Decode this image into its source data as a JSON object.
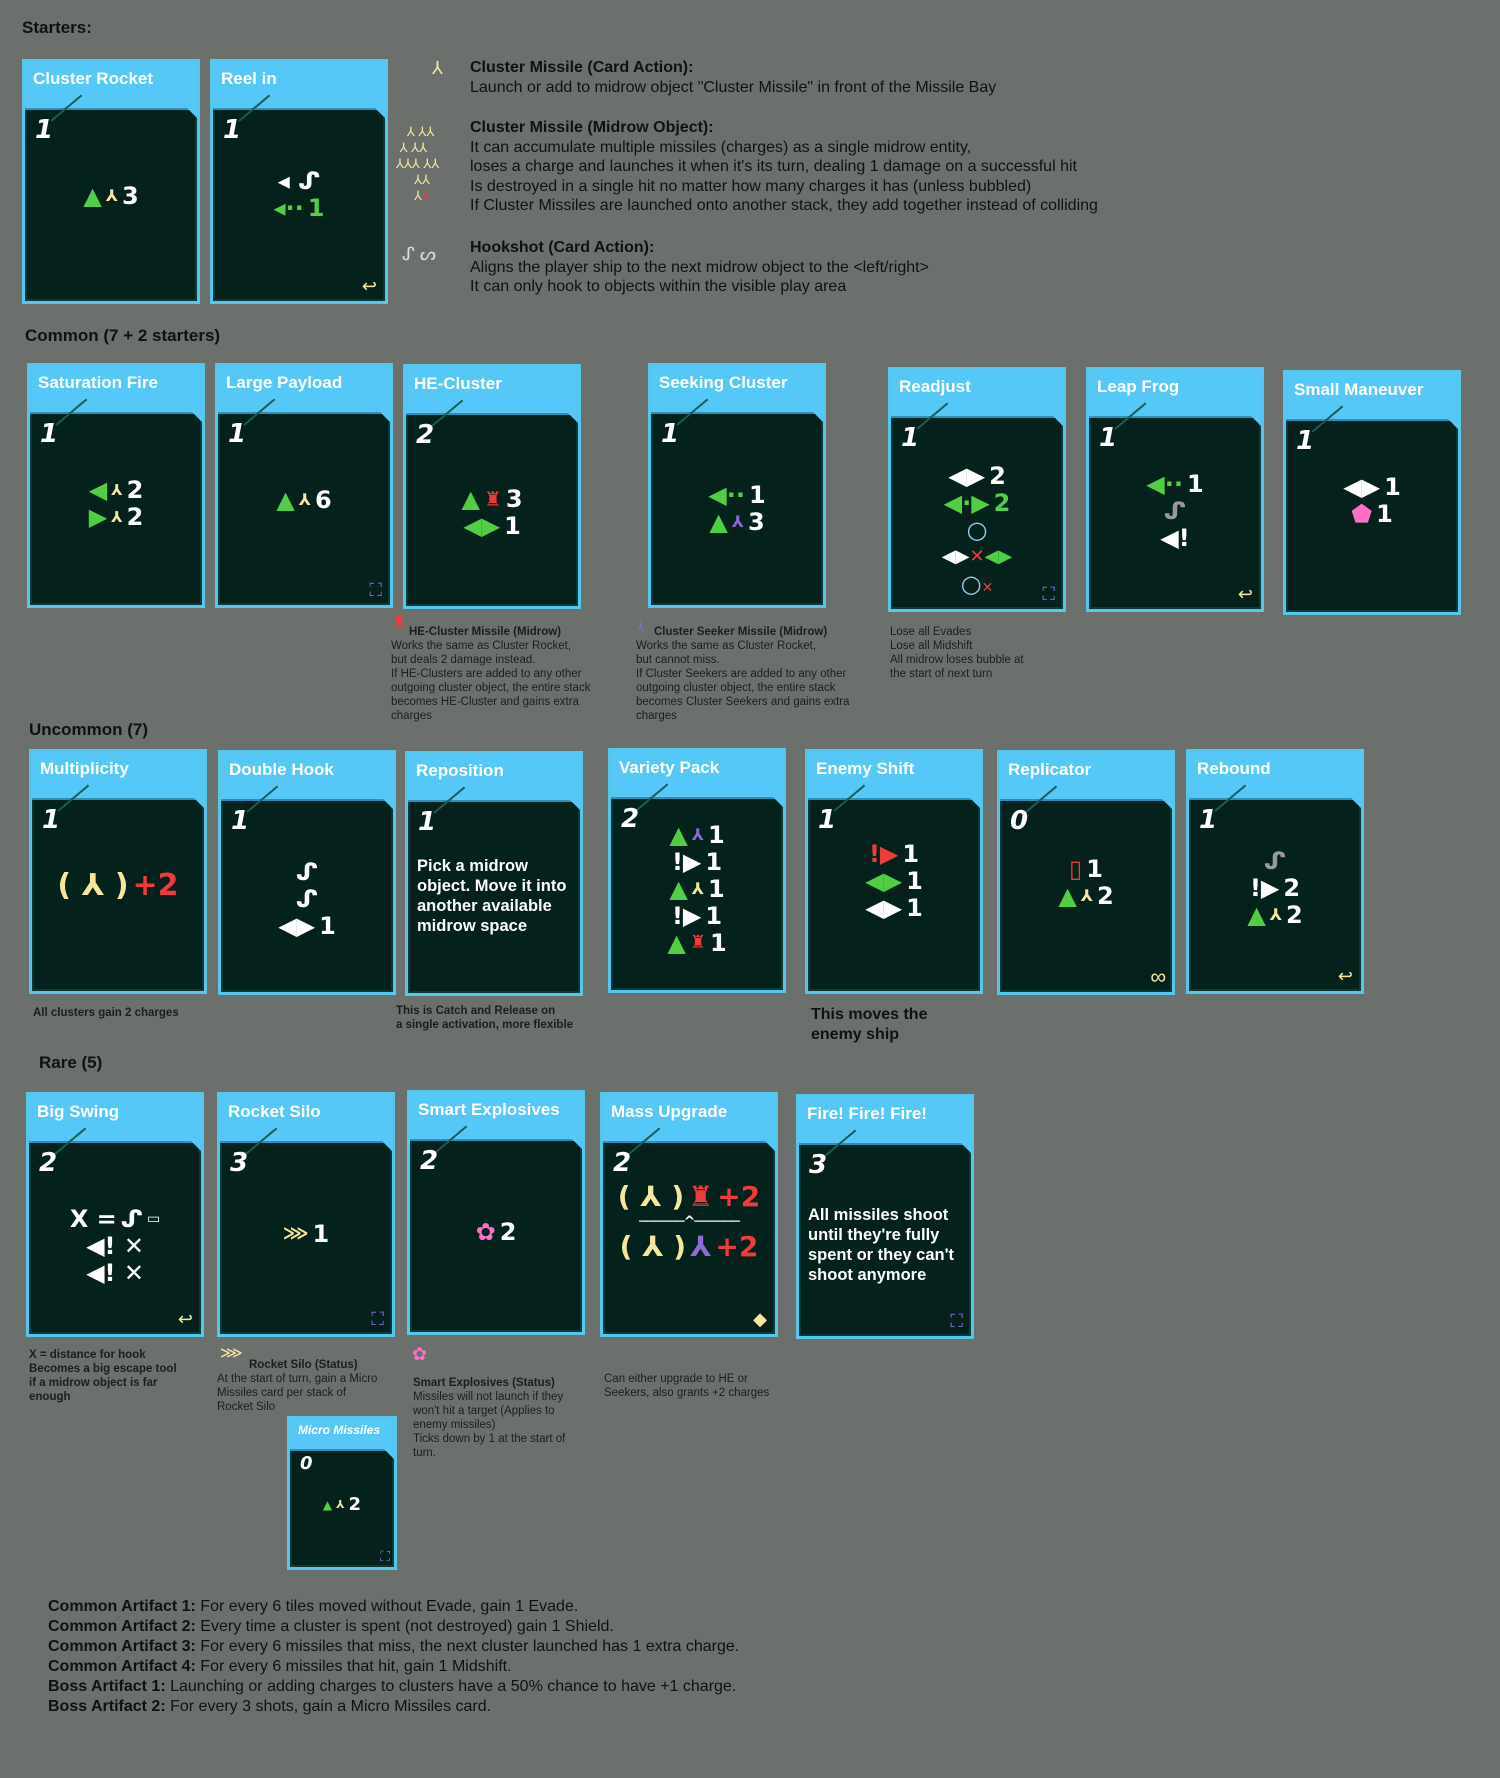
{
  "sections": {
    "starters": "Starters:",
    "common": "Common (7 + 2 starters)",
    "uncommon": "Uncommon (7)",
    "rare": "Rare (5)"
  },
  "legend": {
    "cluster_missile_action": {
      "title": "Cluster Missile (Card Action):",
      "lines": [
        "Launch or add to midrow object \"Cluster Missile\" in front of the Missile Bay"
      ]
    },
    "cluster_missile_object": {
      "title": "Cluster Missile (Midrow Object):",
      "lines": [
        "It can accumulate multiple missiles (charges) as a single midrow entity,",
        "loses a charge and launches it when it's its turn, dealing 1 damage on a successful hit",
        "Is destroyed in a single hit no matter how many charges it has (unless bubbled)",
        "If Cluster Missiles are launched onto another stack, they add together instead of colliding"
      ]
    },
    "hookshot": {
      "title": "Hookshot (Card Action):",
      "lines": [
        "Aligns the player ship to the next midrow object to the <left/right>",
        "It can only hook to objects within the visible play area"
      ]
    }
  },
  "cards": {
    "cluster_rocket": {
      "title": "Cluster Rocket",
      "cost": "1",
      "v1": "3"
    },
    "reel_in": {
      "title": "Reel in",
      "cost": "1",
      "v1": "1"
    },
    "saturation_fire": {
      "title": "Saturation Fire",
      "cost": "1",
      "v1": "2",
      "v2": "2"
    },
    "large_payload": {
      "title": "Large Payload",
      "cost": "1",
      "v1": "6"
    },
    "he_cluster": {
      "title": "HE-Cluster",
      "cost": "2",
      "v1": "3",
      "v2": "1"
    },
    "seeking_cluster": {
      "title": "Seeking Cluster",
      "cost": "1",
      "v1": "1",
      "v2": "3"
    },
    "readjust": {
      "title": "Readjust",
      "cost": "1",
      "v1": "2",
      "v2": "2"
    },
    "leap_frog": {
      "title": "Leap Frog",
      "cost": "1",
      "v1": "1"
    },
    "small_maneuver": {
      "title": "Small Maneuver",
      "cost": "1",
      "v1": "1",
      "v2": "1"
    },
    "multiplicity": {
      "title": "Multiplicity",
      "cost": "1",
      "v1": "+2"
    },
    "double_hook": {
      "title": "Double Hook",
      "cost": "1",
      "v1": "1"
    },
    "reposition": {
      "title": "Reposition",
      "cost": "1",
      "desc": "Pick a midrow object. Move it into another available midrow space"
    },
    "variety_pack": {
      "title": "Variety Pack",
      "cost": "2",
      "v1": "1",
      "v2": "1",
      "v3": "1",
      "v4": "1",
      "v5": "1"
    },
    "enemy_shift": {
      "title": "Enemy Shift",
      "cost": "1",
      "v1": "1",
      "v2": "1",
      "v3": "1"
    },
    "replicator": {
      "title": "Replicator",
      "cost": "0",
      "v1": "1",
      "v2": "2"
    },
    "rebound": {
      "title": "Rebound",
      "cost": "1",
      "v1": "2",
      "v2": "2"
    },
    "big_swing": {
      "title": "Big Swing",
      "cost": "2",
      "eq": "X ="
    },
    "rocket_silo": {
      "title": "Rocket Silo",
      "cost": "3",
      "v1": "1"
    },
    "smart_explosives": {
      "title": "Smart Explosives",
      "cost": "2",
      "v1": "2"
    },
    "mass_upgrade": {
      "title": "Mass Upgrade",
      "cost": "2",
      "v1": "+2",
      "v2": "+2"
    },
    "fire_fire_fire": {
      "title": "Fire! Fire! Fire!",
      "cost": "3",
      "desc": "All missiles shoot until they're fully spent or they can't shoot anymore"
    },
    "micro_missiles": {
      "title": "Micro Missiles",
      "cost": "0",
      "v1": "2"
    }
  },
  "notes": {
    "he_cluster": {
      "title": "HE-Cluster Missile (Midrow)",
      "lines": [
        "Works the same as Cluster Rocket,",
        "but deals 2 damage instead.",
        "If HE-Clusters are added to any other",
        "outgoing cluster object, the entire stack",
        "becomes HE-Cluster and gains extra",
        "charges"
      ]
    },
    "seeker": {
      "title": "Cluster Seeker Missile (Midrow)",
      "lines": [
        "Works the same as Cluster Rocket,",
        "but cannot miss.",
        "If Cluster Seekers are added to any other",
        "outgoing cluster object, the entire stack",
        "becomes Cluster Seekers and gains extra",
        "charges"
      ]
    },
    "readjust": {
      "lines": [
        "Lose all Evades",
        "Lose all Midshift",
        "All midrow loses bubble at",
        "the start of next turn"
      ]
    },
    "multiplicity": "All clusters gain 2 charges",
    "reposition": {
      "lines": [
        "This is Catch and Release on",
        "a single activation, more flexible"
      ]
    },
    "enemy_shift": {
      "lines": [
        "This moves the",
        "enemy ship"
      ]
    },
    "big_swing": {
      "lines": [
        "X = distance for hook",
        "Becomes a big escape tool",
        "if a midrow object is far",
        "enough"
      ]
    },
    "rocket_silo": {
      "title": "Rocket Silo (Status)",
      "lines": [
        "At the start of turn, gain a Micro",
        "Missiles card per stack of",
        "Rocket Silo"
      ]
    },
    "smart_explosives": {
      "title": "Smart Explosives (Status)",
      "lines": [
        "Missiles will not launch if they",
        "won't hit a target (Applies to",
        "enemy missiles)",
        "Ticks down by 1 at the start of",
        "turn."
      ]
    },
    "mass_upgrade": {
      "lines": [
        "Can either upgrade to HE or",
        "Seekers, also grants +2 charges"
      ]
    }
  },
  "artifacts": [
    {
      "label": "Common Artifact 1:",
      "text": " For every 6 tiles moved without Evade, gain 1 Evade."
    },
    {
      "label": "Common Artifact 2:",
      "text": " Every time a cluster is spent (not destroyed) gain 1 Shield."
    },
    {
      "label": "Common Artifact 3:",
      "text": " For every 6 missiles that miss, the next cluster launched has 1 extra charge."
    },
    {
      "label": "Common Artifact 4:",
      "text": " For every 6 missiles that hit, gain 1 Midshift."
    },
    {
      "label": "Boss Artifact 1:",
      "text": " Launching or adding charges to clusters have a 50% chance to have +1 charge."
    },
    {
      "label": "Boss Artifact 2:",
      "text": " For every 3 shots, gain a Micro Missiles card."
    }
  ],
  "colors": {
    "background": "#6b706c",
    "card_body": "#04211b",
    "card_header": "#55c8f7",
    "green": "#4fce46",
    "yellow": "#f6e6a0",
    "red": "#ef3b3b"
  }
}
